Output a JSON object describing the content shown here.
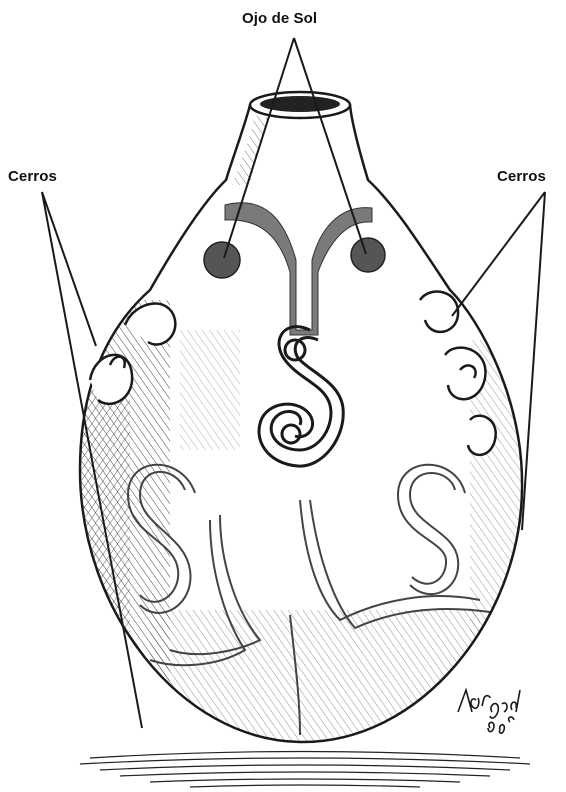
{
  "labels": {
    "sun_eye": "Ojo de Sol",
    "hills_left": "Cerros",
    "hills_right": "Cerros"
  },
  "signature": "Vargas '98",
  "colors": {
    "ink": "#1a1a1a",
    "band": "#7a7a7a",
    "eye": "#555555",
    "background": "#ffffff"
  }
}
